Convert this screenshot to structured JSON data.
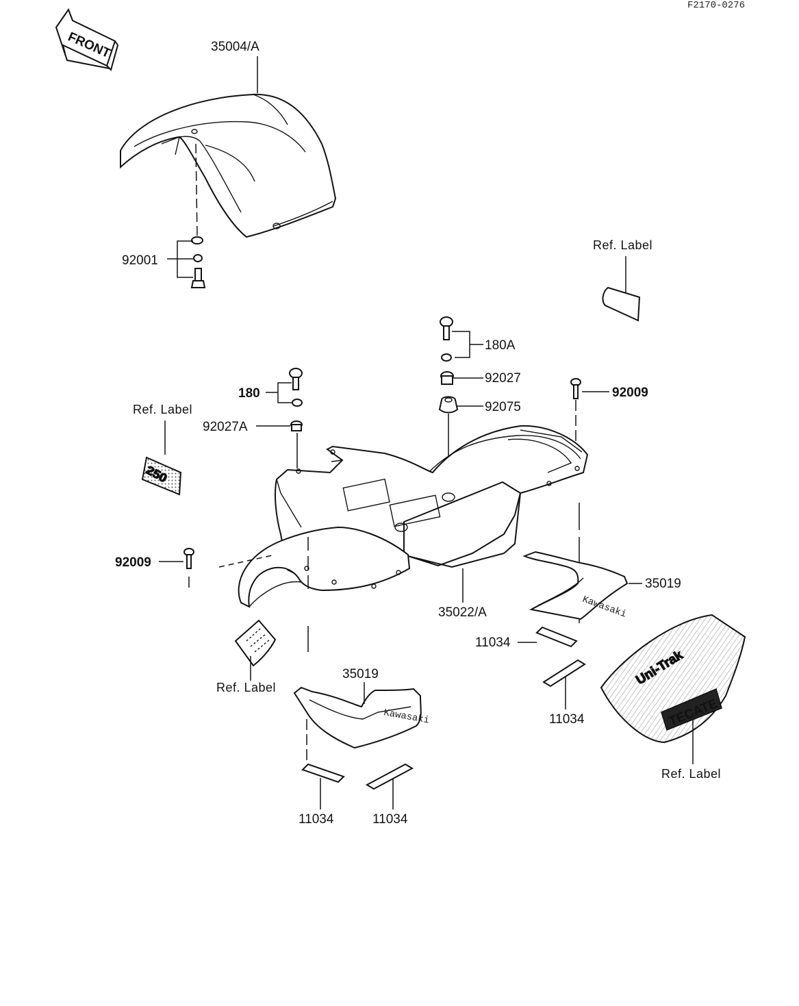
{
  "drawing_code": "F2170-0276",
  "front_arrow": "FRONT",
  "labels": {
    "front_fender": "35004/A",
    "bolt_set_front": "92001",
    "ref_label_top_right": "Ref. Label",
    "bolt_set_180a": "180A",
    "collar_92027": "92027",
    "damper_92075": "92075",
    "screw_right": "92009",
    "bolt_set_180": "180",
    "collar_92027a": "92027A",
    "ref_label_250": "Ref. Label",
    "screw_left": "92009",
    "rear_fender": "35022/A",
    "flap_right": "35019",
    "plate_right_upper": "11034",
    "plate_right_lower": "11034",
    "ref_label_tecate": "Ref. Label",
    "ref_label_bottom_left": "Ref. Label",
    "flap_left": "35019",
    "plate_left_a": "11034",
    "plate_left_b": "11034"
  },
  "decals": {
    "model_number": "250",
    "brand_upper": "Uni-Trak",
    "brand_lower": "TECATE"
  }
}
